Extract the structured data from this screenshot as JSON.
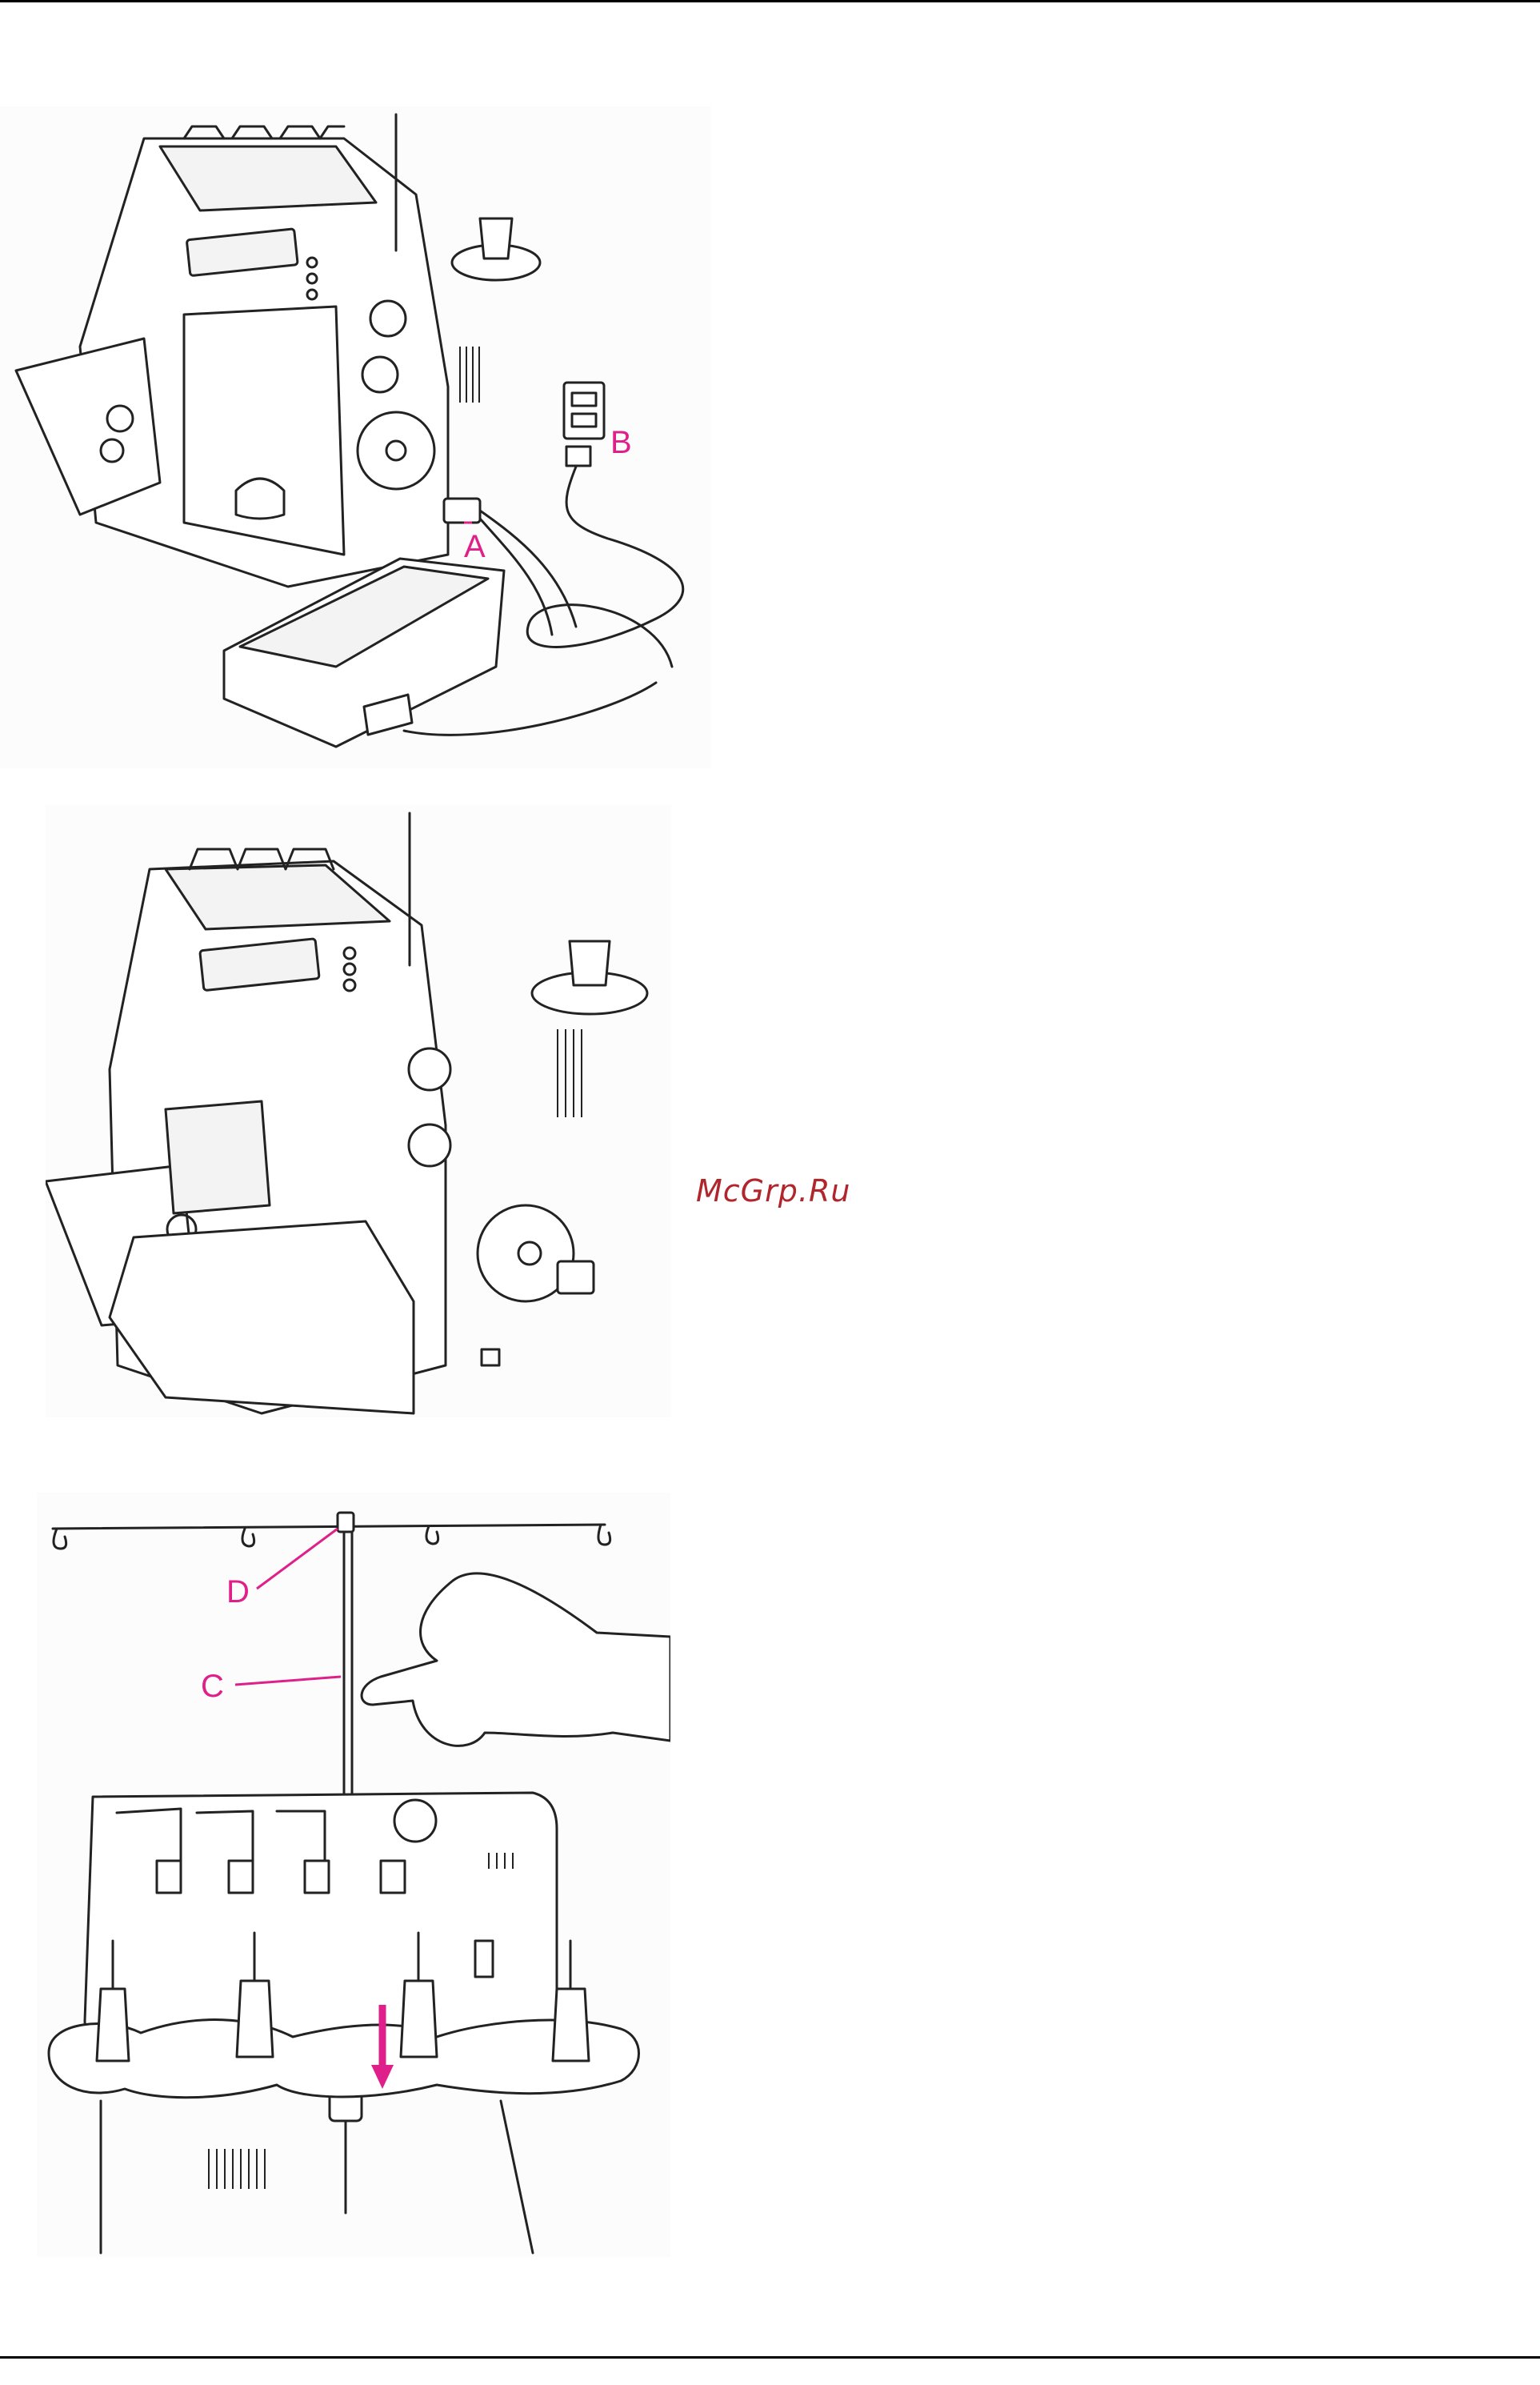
{
  "figures": [
    {
      "callouts": {
        "a": "A",
        "b": "B"
      }
    },
    {
      "callouts": {}
    },
    {
      "callouts": {
        "c": "C",
        "d": "D"
      }
    }
  ],
  "watermark": "McGrp.Ru",
  "colors": {
    "callout": "#e0208a",
    "watermark": "#b0262c",
    "line_art": "#222222"
  }
}
